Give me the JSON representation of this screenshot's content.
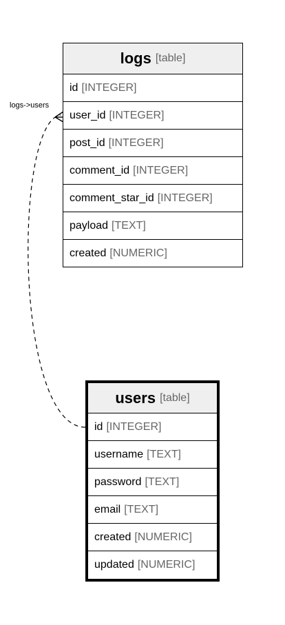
{
  "tables": {
    "logs": {
      "name": "logs",
      "kind": "[table]",
      "columns": [
        {
          "name": "id",
          "type": "[INTEGER]"
        },
        {
          "name": "user_id",
          "type": "[INTEGER]"
        },
        {
          "name": "post_id",
          "type": "[INTEGER]"
        },
        {
          "name": "comment_id",
          "type": "[INTEGER]"
        },
        {
          "name": "comment_star_id",
          "type": "[INTEGER]"
        },
        {
          "name": "payload",
          "type": "[TEXT]"
        },
        {
          "name": "created",
          "type": "[NUMERIC]"
        }
      ]
    },
    "users": {
      "name": "users",
      "kind": "[table]",
      "columns": [
        {
          "name": "id",
          "type": "[INTEGER]"
        },
        {
          "name": "username",
          "type": "[TEXT]"
        },
        {
          "name": "password",
          "type": "[TEXT]"
        },
        {
          "name": "email",
          "type": "[TEXT]"
        },
        {
          "name": "created",
          "type": "[NUMERIC]"
        },
        {
          "name": "updated",
          "type": "[NUMERIC]"
        }
      ]
    }
  },
  "relations": [
    {
      "label": "logs->users"
    }
  ],
  "colors": {
    "header_bg": "#efefef",
    "type_text": "#666666",
    "border": "#000000"
  }
}
